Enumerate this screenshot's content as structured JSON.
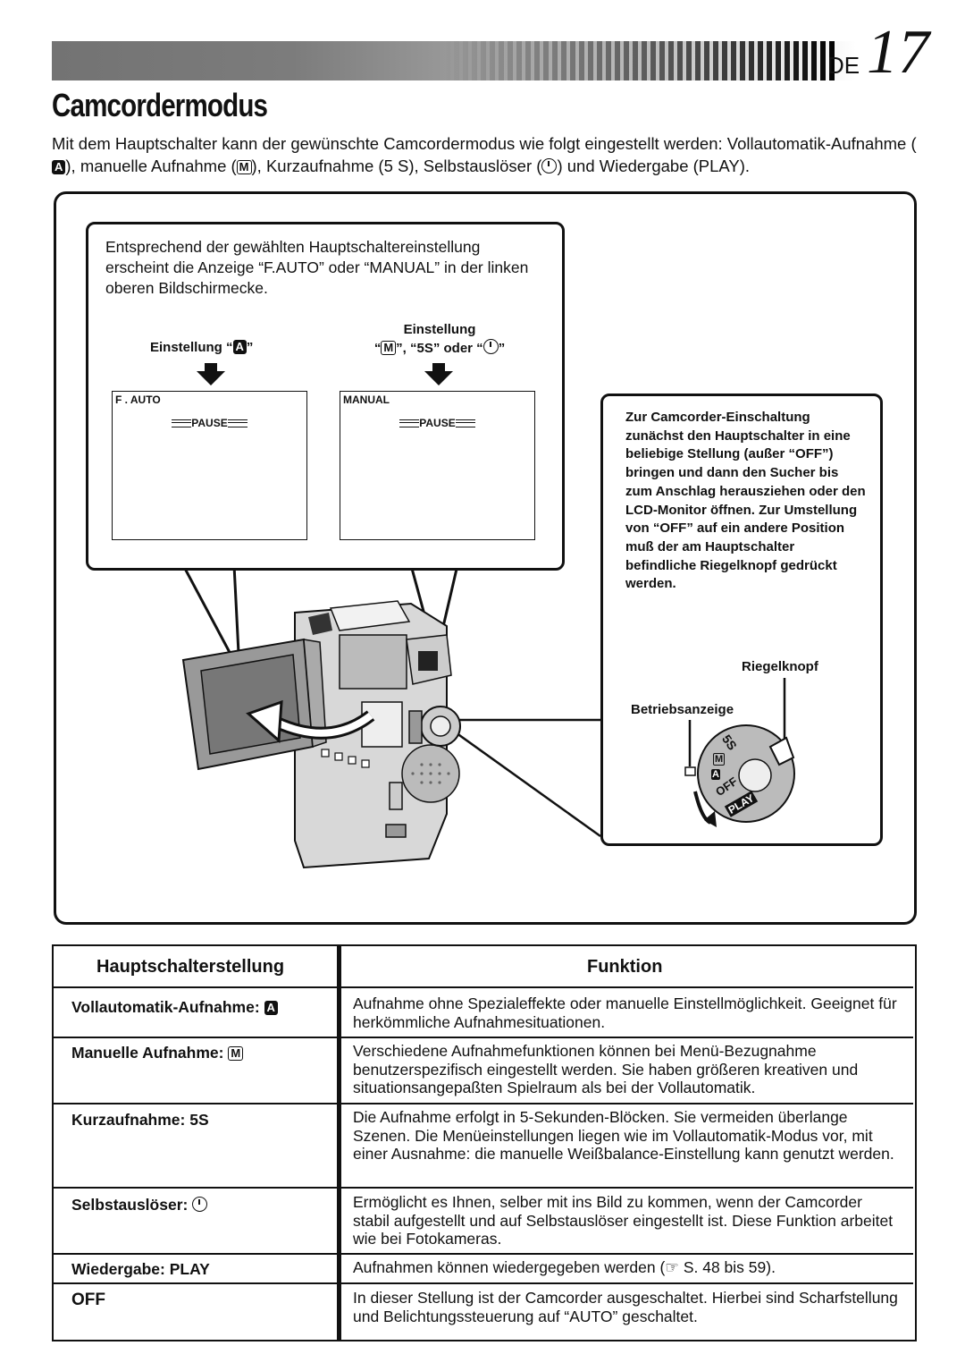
{
  "header": {
    "lang": "DE",
    "page_number": "17"
  },
  "title": "Camcordermodus",
  "intro": {
    "part1": "Mit dem Hauptschalter kann der gewünschte Camcordermodus wie folgt eingestellt werden: Vollautomatik-Aufnahme (",
    "sym_a": "A",
    "part2": "), manuelle Aufnahme (",
    "sym_m": "M",
    "part3": "), Kurzaufnahme (5 S), Selbstauslöser (",
    "part4": ") und Wiedergabe (PLAY)."
  },
  "callout": {
    "text": "Entsprechend der gewählten Hauptschaltereinstellung erscheint die Anzeige “F.AUTO” oder “MANUAL” in der linken oberen Bildschirmecke.",
    "label_a_prefix": "Einstellung “",
    "label_a_sym": "A",
    "label_a_suffix": "”",
    "label_m_line1": "Einstellung",
    "label_m_prefix": "“",
    "label_m_sym": "M",
    "label_m_mid": "”, “5S” oder “",
    "label_m_suffix": "”",
    "screen_left_mode": "F . AUTO",
    "screen_right_mode": "MANUAL",
    "pause": "PAUSE"
  },
  "info": {
    "text": "Zur Camcorder-Einschaltung zunächst den Hauptschalter in eine beliebige Stellung (außer “OFF”) bringen und dann den Sucher bis zum Anschlag herausziehen oder den LCD-Monitor öffnen. Zur Umstellung von “OFF” auf ein andere Position muß der am Hauptschalter befindliche Riegelknopf gedrückt werden.",
    "riegelknopf": "Riegelknopf",
    "betriebsanzeige": "Betriebsanzeige",
    "dial_5s": "5S",
    "dial_m": "M",
    "dial_a": "A",
    "dial_off": "OFF",
    "dial_play": "PLAY"
  },
  "table": {
    "headers": [
      "Hauptschalterstellung",
      "Funktion"
    ],
    "rows": [
      {
        "label": "Vollautomatik-Aufnahme: ",
        "sym": "A",
        "desc": "Aufnahme ohne Spezialeffekte oder manuelle Einstellmöglichkeit. Geeignet für herkömmliche Aufnahmesituationen."
      },
      {
        "label": "Manuelle Aufnahme: ",
        "sym": "M",
        "desc": "Verschiedene Aufnahmefunktionen können bei Menü-Bezugnahme benutzerspezifisch eingestellt werden. Sie haben größeren kreativen und situationsangepaßten Spielraum als bei der Vollautomatik."
      },
      {
        "label": "Kurzaufnahme: 5S",
        "sym": "",
        "desc": "Die Aufnahme erfolgt in 5-Sekunden-Blöcken. Sie vermeiden überlange Szenen. Die Menüeinstellungen liegen wie im Vollautomatik-Modus vor, mit einer Ausnahme: die manuelle Weißbalance-Einstellung kann genutzt werden."
      },
      {
        "label": "Selbstauslöser: ",
        "sym": "",
        "desc": "Ermöglicht es Ihnen, selber mit ins Bild zu kommen, wenn der Camcorder stabil aufgestellt und auf Selbstauslöser eingestellt ist. Diese Funktion arbeitet wie bei Fotokameras."
      },
      {
        "label": "Wiedergabe: PLAY",
        "sym": "",
        "desc": "Aufnahmen können wiedergegeben werden (☞ S. 48 bis 59)."
      },
      {
        "label": "OFF",
        "sym": "",
        "desc": "In dieser Stellung ist der Camcorder ausgeschaltet. Hierbei sind Scharfstellung und Belichtungssteuerung auf “AUTO” geschaltet."
      }
    ]
  }
}
